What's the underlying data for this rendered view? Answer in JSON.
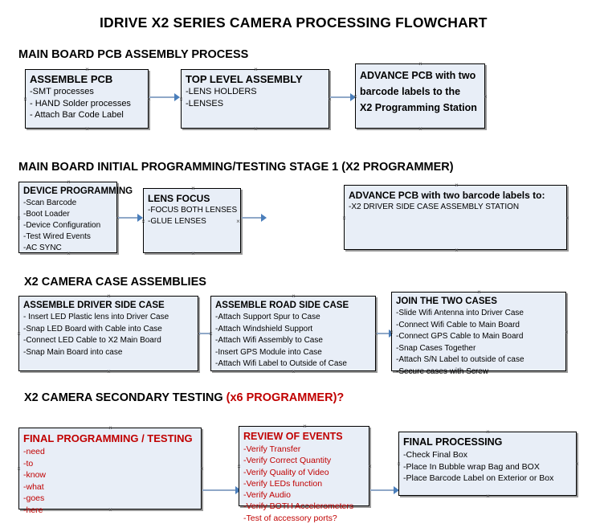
{
  "doc": {
    "title": "IDRIVE X2  SERIES CAMERA PROCESSING FLOWCHART",
    "accent_red": "#C00000",
    "node_fill": "#E8EEF7",
    "arrow_color": "#4A7EBB"
  },
  "sections": [
    {
      "title": "MAIN BOARD PCB ASSEMBLY PROCESS",
      "accent": ""
    },
    {
      "title": "MAIN BOARD INITIAL PROGRAMMING/TESTING STAGE 1 (X2 PROGRAMMER)",
      "accent": ""
    },
    {
      "title": "X2 CAMERA CASE ASSEMBLIES",
      "accent": ""
    },
    {
      "title": "X2 CAMERA SECONDARY TESTING ",
      "accent": "(x6 PROGRAMMER)?"
    }
  ],
  "nodes": {
    "assemble_pcb": {
      "header": "ASSEMBLE PCB",
      "lines": [
        "-SMT processes",
        "- HAND Solder processes",
        "- Attach Bar Code Label"
      ]
    },
    "top_level_assembly": {
      "header": "TOP LEVEL ASSEMBLY",
      "lines": [
        "-LENS HOLDERS",
        "-LENSES"
      ]
    },
    "advance_pcb_1": {
      "header": "ADVANCE PCB with two",
      "lines": [
        "barcode labels to the",
        " X2 Programming Station"
      ]
    },
    "device_programming": {
      "header": "DEVICE PROGRAMMING",
      "lines": [
        "-Scan Barcode",
        "-Boot Loader",
        "-Device Configuration",
        "-Test Wired Events",
        "-AC SYNC"
      ]
    },
    "lens_focus": {
      "header": "LENS FOCUS",
      "lines": [
        "-FOCUS BOTH LENSES",
        "-GLUE LENSES"
      ]
    },
    "advance_pcb_2": {
      "header": "ADVANCE PCB with two barcode labels to:",
      "lines": [
        "-X2 DRIVER  SIDE  CASE  ASSEMBLY STATION"
      ]
    },
    "driver_side_case": {
      "header": "ASSEMBLE DRIVER SIDE CASE",
      "lines": [
        "- Insert LED Plastic lens into Driver Case",
        "-Snap LED Board with Cable into Case",
        "-Connect LED Cable to X2 Main Board",
        "-Snap Main Board into case"
      ]
    },
    "road_side_case": {
      "header": "ASSEMBLE ROAD SIDE CASE",
      "lines": [
        "-Attach Support Spur to Case",
        "-Attach Windshield Support",
        "-Attach Wifi Assembly to Case",
        "-Insert GPS Module into Case",
        "-Attach Wifi Label to Outside of Case"
      ]
    },
    "join_two_cases": {
      "header": "JOIN THE TWO CASES",
      "lines": [
        "-Slide Wifi Antenna into Driver Case",
        "-Connect Wifi Cable to Main Board",
        "-Connect GPS Cable to Main Board",
        "-Snap Cases Together",
        "-Attach S/N Label to outside of case",
        "-Secure cases with Screw"
      ]
    },
    "final_programming": {
      "header": "FINAL PROGRAMMING / TESTING",
      "lines": [
        "-need",
        "-to",
        "-know",
        "-what",
        "-goes",
        "-here"
      ]
    },
    "review_of_events": {
      "header": "REVIEW OF EVENTS",
      "lines": [
        "-Verify Transfer",
        "-Verify Correct Quantity",
        "-Verify Quality of Video",
        "-Verify LEDs function",
        "-Verify Audio",
        "-Verify BOTH Accelerometers",
        "-Test of accessory ports?"
      ]
    },
    "final_processing": {
      "header": "FINAL PROCESSING",
      "lines": [
        " -Check Final Box",
        "-Place In Bubble wrap Bag and BOX",
        "-Place Barcode Label on Exterior or Box"
      ]
    }
  }
}
